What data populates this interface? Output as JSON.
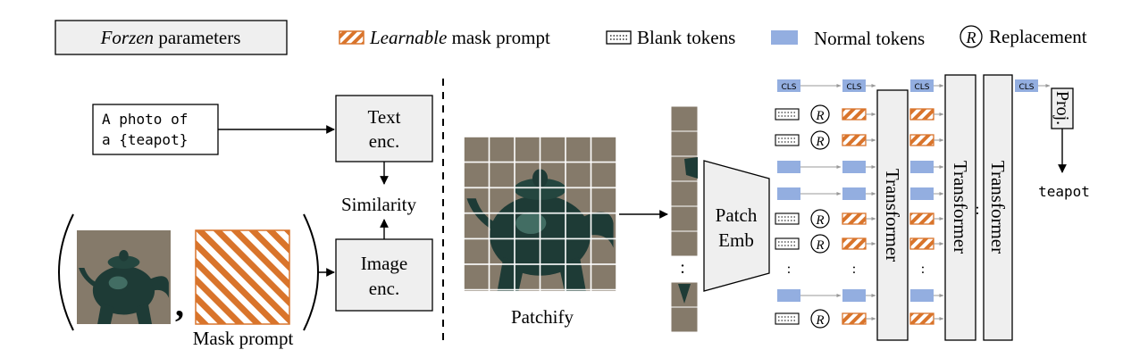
{
  "legend": {
    "frozen_italic": "Forzen",
    "frozen_rest": " parameters",
    "learnable_italic": "Learnable",
    "learnable_rest": " mask prompt",
    "blank": "Blank tokens",
    "normal": "Normal tokens",
    "replacement_symbol": "R",
    "replacement": "Replacement"
  },
  "text_prompt": {
    "line1": "A photo of",
    "line2": "a {teapot}"
  },
  "text_encoder": {
    "line1": "Text",
    "line2": "enc."
  },
  "image_encoder": {
    "line1": "Image",
    "line2": "enc."
  },
  "similarity": "Similarity",
  "comma": ",",
  "mask_prompt_label": "Mask prompt",
  "patchify_label": "Patchify",
  "patch_embed": {
    "line1": "Patch",
    "line2": "Emb"
  },
  "cls": "CLS",
  "replacement_symbol": "R",
  "ellipsis_v": ":",
  "ellipsis_h": "...",
  "transformer": "Transformer",
  "projection": "Proj.",
  "output": "teapot",
  "colors": {
    "box_fill": "#efefef",
    "normal_token": "#93aee0",
    "mask_orange": "#d9742b",
    "patch_bg": "#857a6a",
    "teapot": "#1e3b36",
    "arrow_gray": "#999999"
  },
  "icons": {
    "blank_token": "dotted-rect-icon",
    "mask_token": "hatched-rect-icon",
    "replacement": "circled-r-icon",
    "teapot": "teapot-image"
  }
}
